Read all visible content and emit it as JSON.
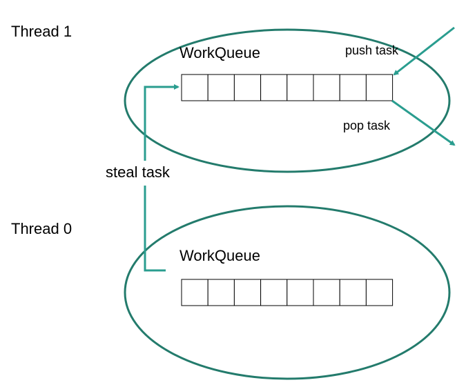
{
  "threads": [
    {
      "label": "Thread 1",
      "queue_label": "WorkQueue",
      "slots": 8
    },
    {
      "label": "Thread 0",
      "queue_label": "WorkQueue",
      "slots": 8
    }
  ],
  "actions": {
    "push": "push task",
    "pop": "pop task",
    "steal": "steal task"
  },
  "colors": {
    "accent": "#2a9d8f",
    "ellipse_stroke": "#237b6c",
    "slot_stroke": "#000000"
  }
}
